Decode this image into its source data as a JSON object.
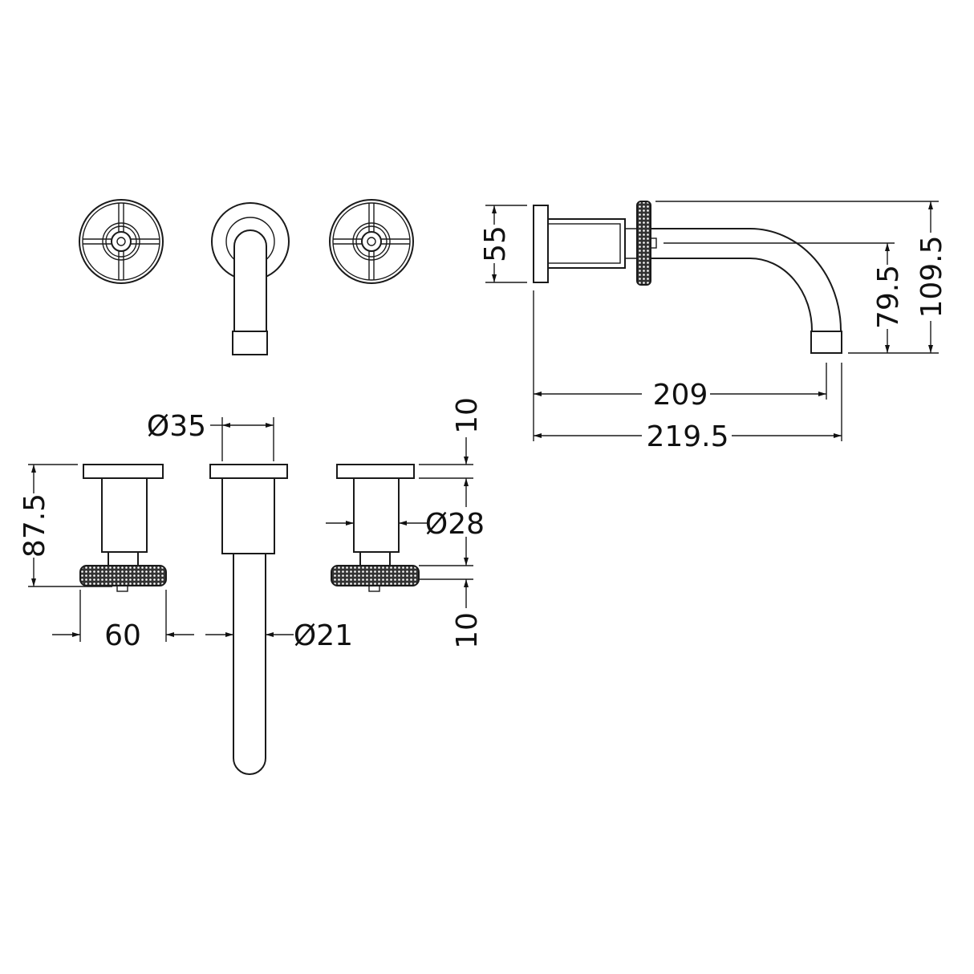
{
  "drawing": {
    "views": [
      "front-elevation",
      "side-elevation",
      "plan-view"
    ],
    "line_color": "#1a1a1a",
    "dimensions": {
      "side_backplate_height": "55",
      "side_overall_height": "109.5",
      "side_spout_outlet_height": "79.5",
      "side_projection_to_outlet": "209",
      "side_overall_projection": "219.5",
      "spout_backplate_diameter": "Ø35",
      "handle_height": "87.5",
      "handle_diameter": "60",
      "spout_diameter": "Ø21",
      "handle_body_diameter": "Ø28",
      "backplate_thickness": "10",
      "wheel_thickness": "10"
    }
  }
}
